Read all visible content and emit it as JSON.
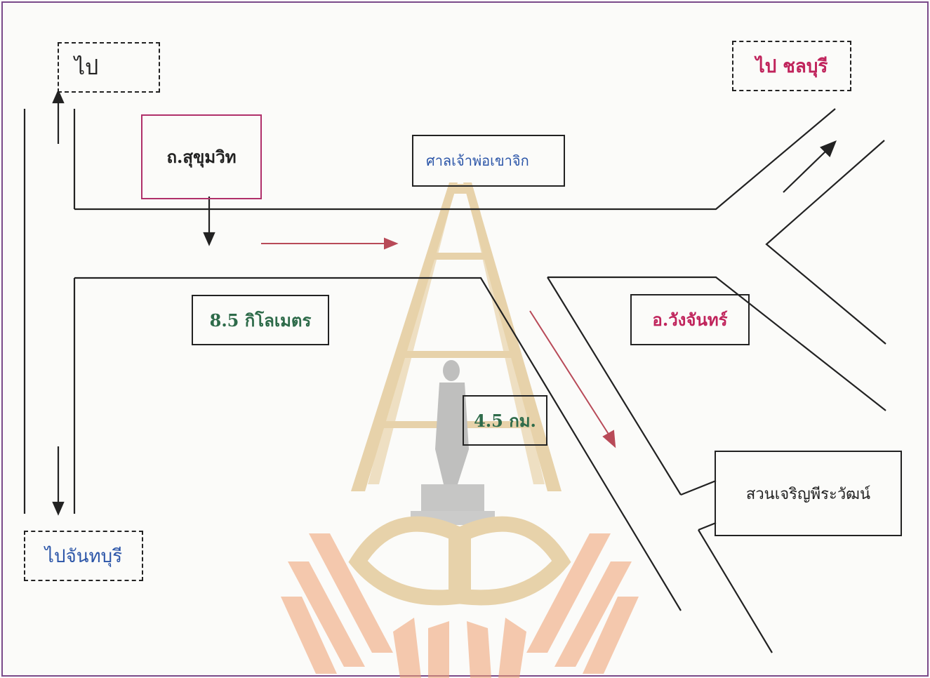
{
  "labels": {
    "to_top_left": "ไป",
    "to_chonburi": "ไป ชลบุรี",
    "sukhumvit_road": "ถ.สุขุมวิท",
    "shrine": "ศาลเจ้าพ่อเขาจิก",
    "distance_8_5": "8.5 กิโลเมตร",
    "wang_chan": "อ.วังจันทร์",
    "distance_4_5": "4.5 กม.",
    "park": "สวนเจริญพีระวัฒน์",
    "to_chanthaburi": "ไปจันทบุรี"
  },
  "colors": {
    "road_line": "#222222",
    "dark_text": "#222222",
    "blue_text": "#2b55a8",
    "pink_text": "#c0245c",
    "green_text": "#2e6b4a",
    "red_arrow": "#b84a58",
    "sukhumvit_border": "#b0306a",
    "frame_border": "#7a4a8a",
    "watermark_gold": "#d8b26a",
    "watermark_orange": "#f0a070",
    "watermark_grey": "#8f8f8f"
  },
  "watermark": {
    "description_icon": "university-emblem-watermark"
  }
}
